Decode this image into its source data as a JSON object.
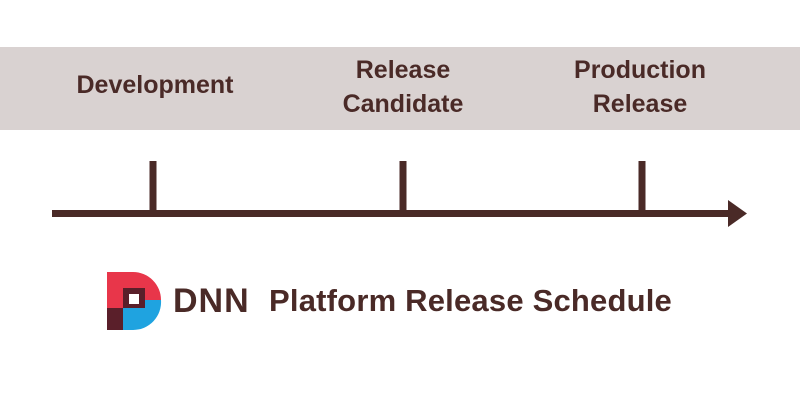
{
  "stages": [
    {
      "lines": [
        "Development"
      ]
    },
    {
      "lines": [
        "Release",
        "Candidate"
      ]
    },
    {
      "lines": [
        "Production",
        "Release"
      ]
    }
  ],
  "brand": {
    "logo_text": "DNN",
    "title": "Platform Release Schedule"
  },
  "colors": {
    "band": "#d9d2d1",
    "text": "#4a2a27",
    "logo_red": "#e8364a",
    "logo_blue": "#1fa3e0",
    "logo_dark": "#5a1f2a"
  }
}
